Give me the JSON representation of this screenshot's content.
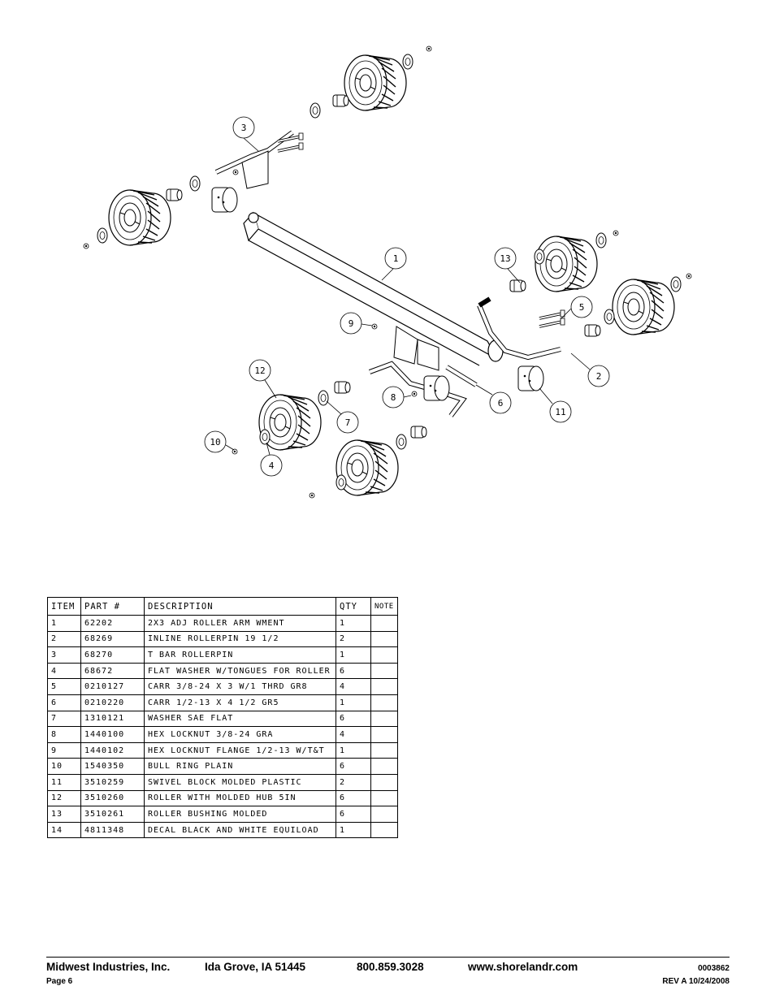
{
  "callouts": [
    "1",
    "2",
    "3",
    "4",
    "5",
    "6",
    "7",
    "8",
    "9",
    "10",
    "11",
    "12",
    "13"
  ],
  "table": {
    "headers": {
      "item": "ITEM",
      "part": "PART #",
      "description": "DESCRIPTION",
      "qty": "QTY",
      "note": "NOTE"
    },
    "rows": [
      {
        "item": "1",
        "part": "62202",
        "description": "2X3 ADJ ROLLER ARM WMENT",
        "qty": "1",
        "note": ""
      },
      {
        "item": "2",
        "part": "68269",
        "description": "INLINE ROLLERPIN 19 1/2",
        "qty": "2",
        "note": ""
      },
      {
        "item": "3",
        "part": "68270",
        "description": "T BAR ROLLERPIN",
        "qty": "1",
        "note": ""
      },
      {
        "item": "4",
        "part": "68672",
        "description": "FLAT WASHER W/TONGUES FOR ROLLER",
        "qty": "6",
        "note": ""
      },
      {
        "item": "5",
        "part": "0210127",
        "description": "CARR 3/8-24 X 3 W/1 THRD GR8",
        "qty": "4",
        "note": ""
      },
      {
        "item": "6",
        "part": "0210220",
        "description": "CARR 1/2-13 X 4 1/2 GR5",
        "qty": "1",
        "note": ""
      },
      {
        "item": "7",
        "part": "1310121",
        "description": "WASHER SAE FLAT",
        "qty": "6",
        "note": ""
      },
      {
        "item": "8",
        "part": "1440100",
        "description": "HEX LOCKNUT 3/8-24 GRA",
        "qty": "4",
        "note": ""
      },
      {
        "item": "9",
        "part": "1440102",
        "description": "HEX LOCKNUT FLANGE 1/2-13 W/T&T",
        "qty": "1",
        "note": ""
      },
      {
        "item": "10",
        "part": "1540350",
        "description": "BULL RING PLAIN",
        "qty": "6",
        "note": ""
      },
      {
        "item": "11",
        "part": "3510259",
        "description": "SWIVEL BLOCK MOLDED PLASTIC",
        "qty": "2",
        "note": ""
      },
      {
        "item": "12",
        "part": "3510260",
        "description": "ROLLER WITH MOLDED HUB 5IN",
        "qty": "6",
        "note": ""
      },
      {
        "item": "13",
        "part": "3510261",
        "description": "ROLLER BUSHING MOLDED",
        "qty": "6",
        "note": ""
      },
      {
        "item": "14",
        "part": "4811348",
        "description": "DECAL BLACK AND WHITE EQUILOAD",
        "qty": "1",
        "note": ""
      }
    ]
  },
  "footer": {
    "company": "Midwest Industries, Inc.",
    "location": "Ida Grove, IA  51445",
    "phone": "800.859.3028",
    "website": "www.shorelandr.com",
    "doc_number": "0003862",
    "page": "Page 6",
    "revision": "REV A  10/24/2008"
  }
}
